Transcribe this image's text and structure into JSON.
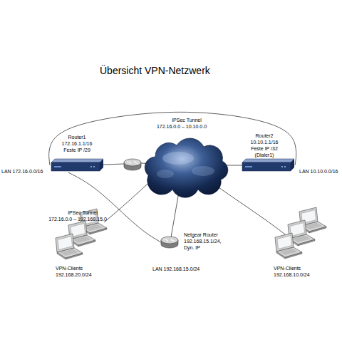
{
  "diagram": {
    "title": "Übersicht VPN-Netzwerk",
    "nodes": [
      {
        "text": [
          "Router1 172.16.1.1/16 Feste IP /29"
        ]
      },
      {
        "text": [
          "Router2 10.10.1.1/16 Feste IP /32 (Dialer1)"
        ]
      },
      {
        "text": [
          "Netgear Router 192.168.15.1/24, Dyn. IP"
        ]
      },
      {
        "text": [
          "VPN-Clients 192.168.20.0/24"
        ]
      },
      {
        "text": [
          "VPN-Clients 192.168.10.0/24"
        ]
      }
    ],
    "edges": [
      {
        "from": 0,
        "to": 1,
        "arrow": "none",
        "label": "IPSec Tunnel 172.16.0.0 – 10.10.0.0"
      },
      {
        "from": 0,
        "to": 2,
        "arrow": "none",
        "label": "IPSec Tunnel 172.16.0.0 – 192.168.15.0"
      }
    ],
    "labels": [
      "LAN 172.16.0.0/16",
      "LAN 10.10.0.0/16",
      "LAN 192.168.15.0/24"
    ]
  }
}
